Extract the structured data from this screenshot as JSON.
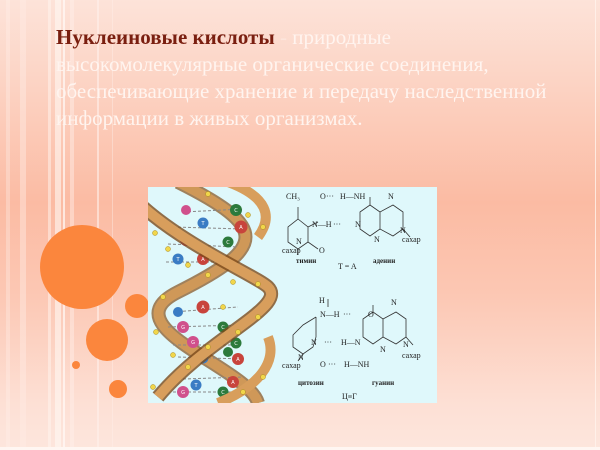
{
  "slide": {
    "term": "Нуклеиновые кислоты",
    "dash": " - ",
    "definition": "природные высокомолекулярные органические соединения, обеспечивающие хранение и передачу наследственной информации в живых организмах."
  },
  "colors": {
    "term": "#7a1f10",
    "body_text": "#fff4ef",
    "accent_circles": "#fb863d",
    "figure_bg": "#dff8fb"
  },
  "figure": {
    "dna_helix": {
      "bases": [
        "G",
        "C",
        "T",
        "A",
        "G",
        "C",
        "T",
        "A",
        "A",
        "G",
        "C",
        "G",
        "C",
        "T",
        "A",
        "C",
        "T",
        "A",
        "G",
        "C",
        "T",
        "A"
      ]
    },
    "pair_top": {
      "ch3": "CH₃",
      "o1": "O",
      "h_nh": "H—NH",
      "n1": "N",
      "n_h": "N—H",
      "n2": "N",
      "n3": "N",
      "n4": "N",
      "n5": "N",
      "o2": "O",
      "sugar_left": "сахар",
      "sugar_right": "сахар",
      "left_name": "тимин",
      "right_name": "аденин",
      "equation": "T = A"
    },
    "pair_bottom": {
      "h": "H",
      "n_h": "N—H",
      "o1": "O",
      "n1": "N",
      "h_n": "H—N",
      "n2": "N",
      "n3": "N",
      "n4": "N",
      "n5": "N",
      "o2": "O",
      "h_nh": "H—NH",
      "sugar_left": "сахар",
      "sugar_right": "сахар",
      "left_name": "цитозин",
      "right_name": "гуанин",
      "equation": "Ц≡Г"
    }
  }
}
